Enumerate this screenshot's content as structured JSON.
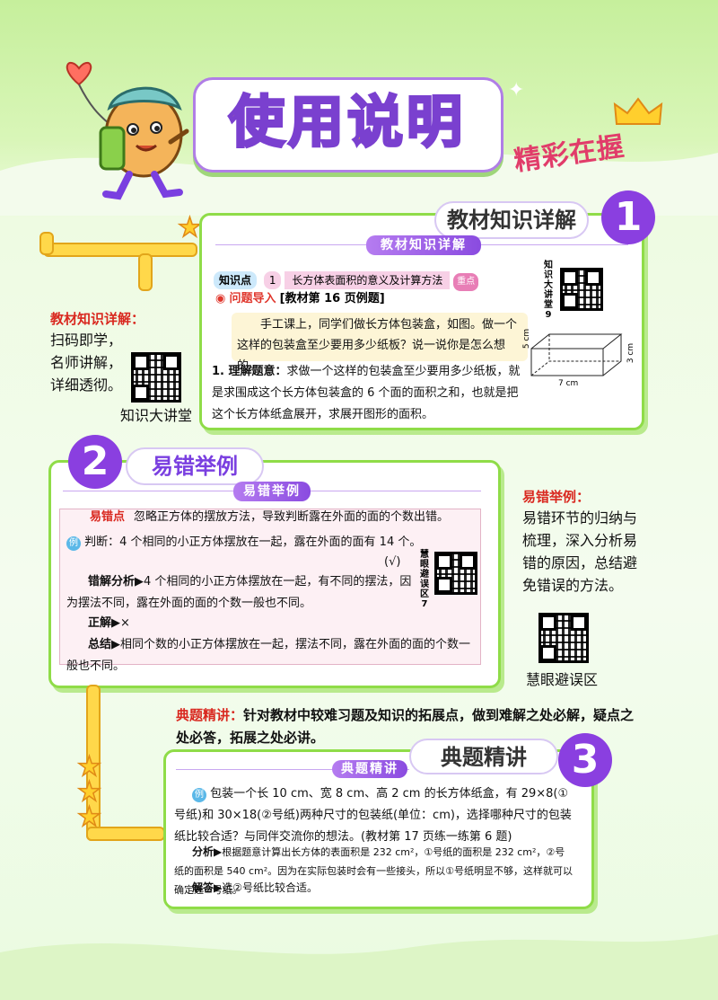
{
  "header": {
    "title": "使用说明",
    "subtitle": "精彩在握"
  },
  "section1": {
    "pill": "教材知识详解",
    "number": "1",
    "ribbon": "教材知识详解",
    "kp_label": "知识点",
    "kp_num": "1",
    "kp_title": "长方体表面积的意义及计算方法",
    "kp_badge": "重点",
    "intro_label": "问题导入",
    "intro_ref": "[教材第 16 页例题]",
    "question": "手工课上，同学们做长方体包装盒，如图。做一个这样的包装盒至少要用多少纸板？说一说你是怎么想的。",
    "analysis_label": "1. 理解题意：",
    "analysis": "求做一个这样的包装盒至少要用多少纸板，就是求围成这个长方体包装盒的 6 个面的面积之和，也就是把这个长方体纸盒展开，求展开图形的面积。",
    "qr_label": [
      "知",
      "识",
      "大",
      "讲",
      "堂",
      "9"
    ],
    "dim_h": "5 cm",
    "dim_d": "3 cm",
    "dim_w": "7 cm"
  },
  "side1": {
    "heading": "教材知识详解：",
    "lines": [
      "扫码即学，",
      "名师讲解，",
      "详细透彻。"
    ],
    "qr_caption": "知识大讲堂"
  },
  "section2": {
    "pill": "易错举例",
    "number": "2",
    "ribbon": "易错举例",
    "point_label": "易错点",
    "point_text": "忽略正方体的摆放方法，导致判断露在外面的面的个数出错。",
    "ex_badge": "例",
    "ex_text": "判断：4 个相同的小正方体摆放在一起，露在外面的面有 14 个。",
    "ex_mark": "(√)",
    "analysis_label": "错解分析▶",
    "analysis": "4 个相同的小正方体摆放在一起，有不同的摆法，因为摆法不同，露在外面的面的个数一般也不同。",
    "correct_label": "正解▶",
    "correct": "×",
    "summary_label": "总结▶",
    "summary": "相同个数的小正方体摆放在一起，摆法不同，露在外面的面的个数一般也不同。",
    "qr_label": [
      "慧",
      "眼",
      "避",
      "误",
      "区",
      "7"
    ]
  },
  "side2": {
    "heading": "易错举例：",
    "lines": [
      "易错环节的归纳与",
      "梳理，深入分析易",
      "错的原因，总结避",
      "免错误的方法。"
    ],
    "qr_caption": "慧眼避误区"
  },
  "section3": {
    "intro_heading": "典题精讲：",
    "intro_text": "针对教材中较难习题及知识的拓展点，做到难解之处必解，疑点之处必答，拓展之处必讲。",
    "pill": "典题精讲",
    "number": "3",
    "ribbon": "典题精讲",
    "ex_badge": "例",
    "ex_text": "包装一个长 10 cm、宽 8 cm、高 2 cm 的长方体纸盒，有 29×8(①号纸)和 30×18(②号纸)两种尺寸的包装纸(单位：cm)，选择哪种尺寸的包装纸比较合适？与同伴交流你的想法。(教材第 17 页练一练第 6 题)",
    "analysis_label": "分析▶",
    "analysis": "根据题意计算出长方体的表面积是 232 cm²，①号纸的面积是 232 cm²，②号纸的面积是 540 cm²。因为在实际包装时会有一些接头，所以①号纸明显不够，这样就可以确定选②号纸。",
    "answer_label": "解答▶",
    "answer": "选②号纸比较合适。"
  }
}
